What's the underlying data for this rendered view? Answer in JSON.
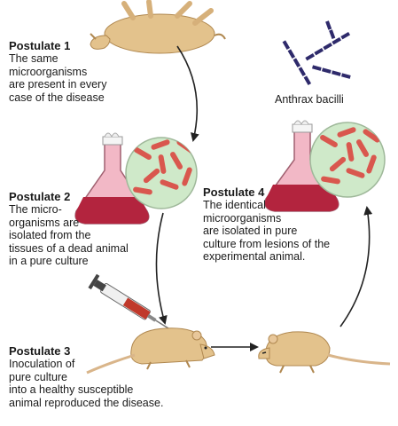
{
  "postulates": [
    {
      "title": "Postulate 1",
      "text": "The same\nmicroorganisms\nare present in every\ncase of the disease"
    },
    {
      "title": "Postulate 2",
      "text": "The micro-\norganisms are\nisolated from the\ntissues of a dead animal\nin a pure culture"
    },
    {
      "title": "Postulate 3",
      "text": "Inoculation of\npure culture\ninto a healthy susceptible\nanimal reproduced the disease."
    },
    {
      "title": "Postulate 4",
      "text": "The identical\nmicroorganisms\nare isolated in pure\nculture from lesions of the\nexperimental animal."
    }
  ],
  "bacilli_label": "Anthrax bacilli",
  "colors": {
    "animal": "#e3c28c",
    "animal_shadow": "#c9a46a",
    "flask_glass": "#f2b8c6",
    "culture": "#b3243e",
    "bacteria": "#d9574e",
    "dish": "#cfe9c9",
    "bacilli": "#2e2a6b",
    "arrow": "#222222"
  }
}
